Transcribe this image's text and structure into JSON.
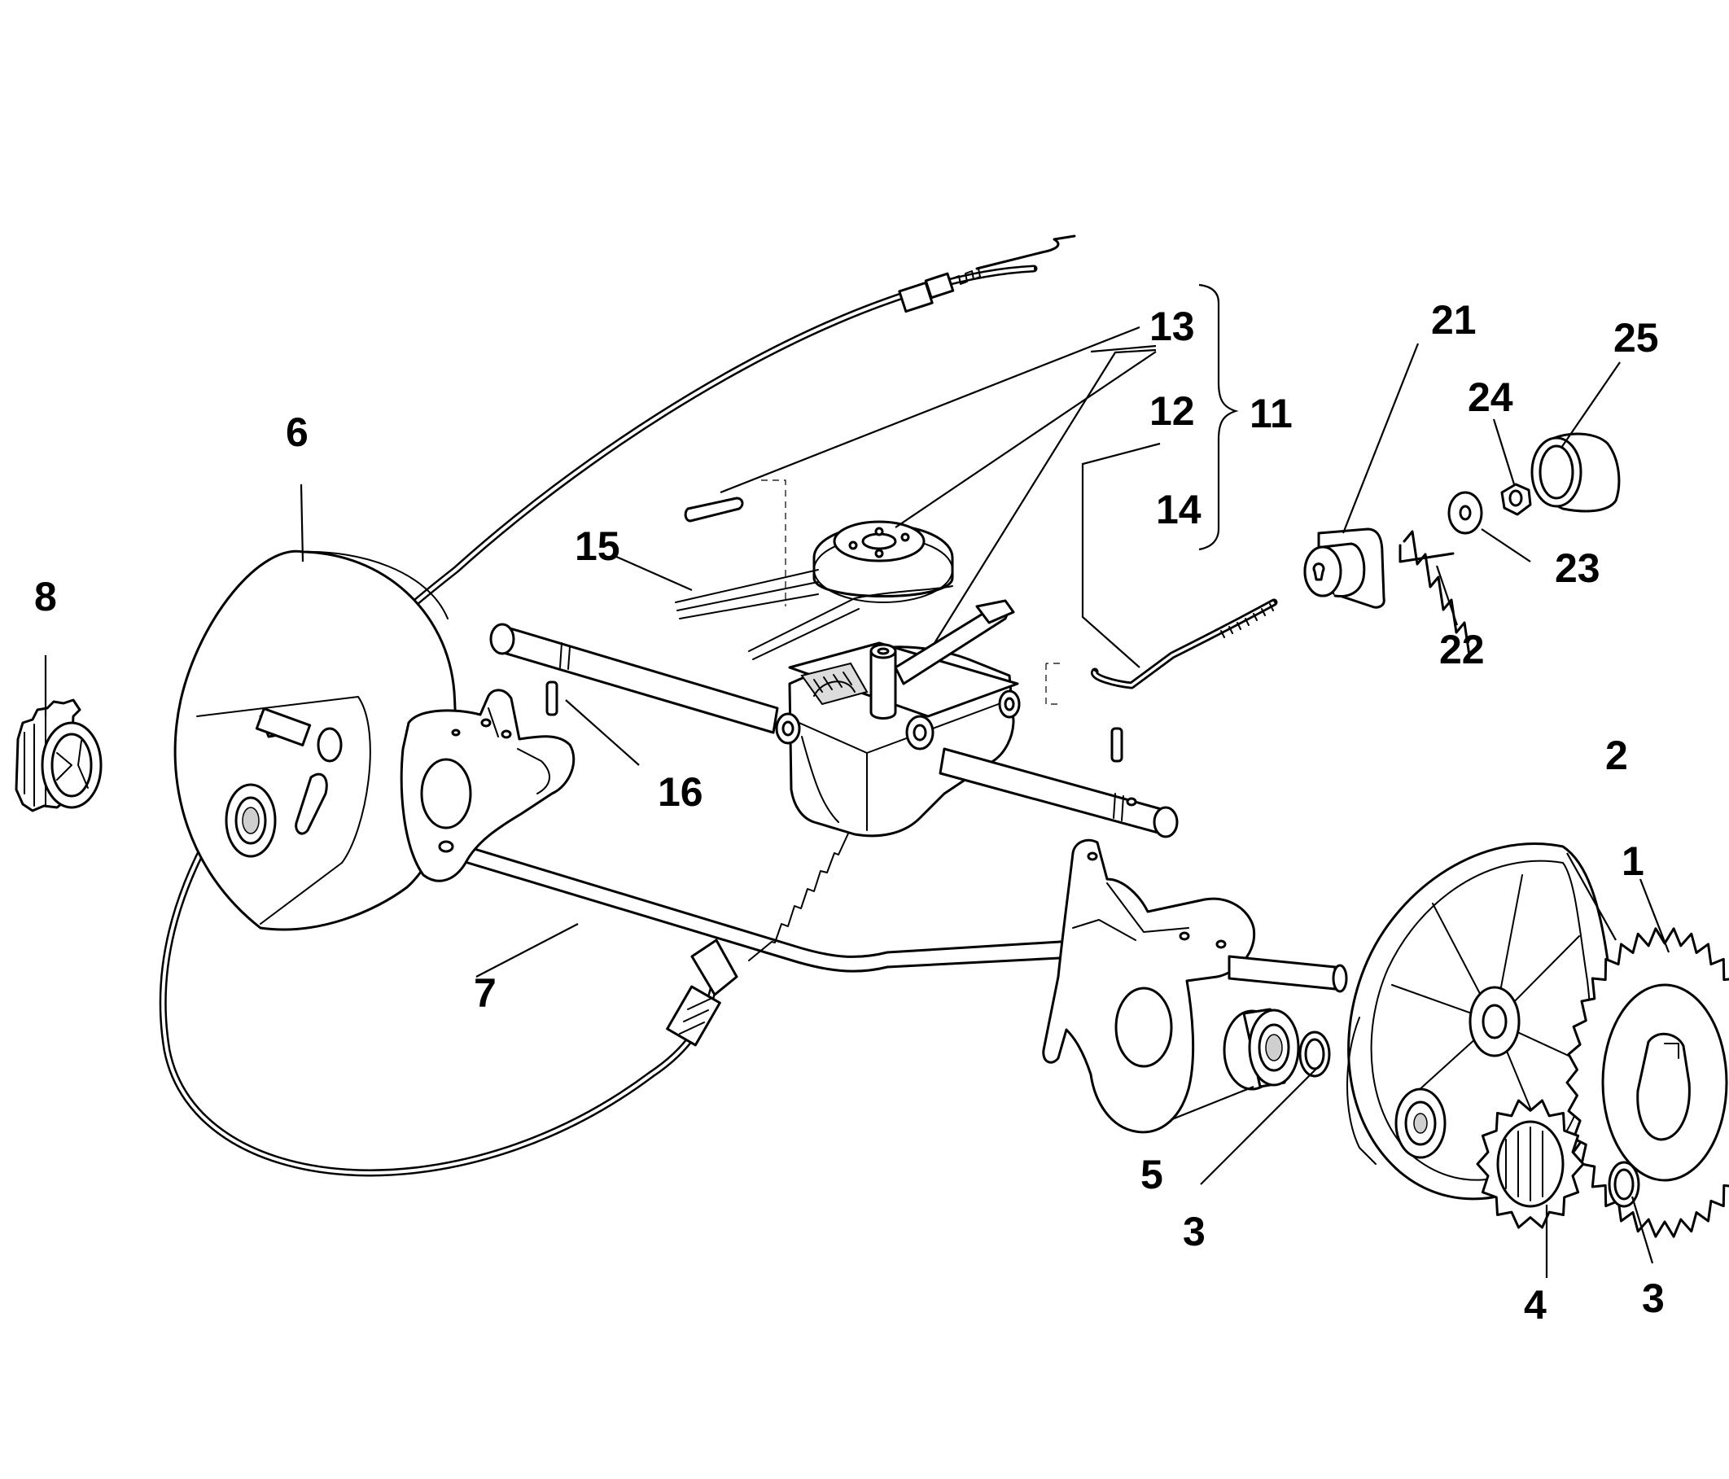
{
  "labels": {
    "p1": "1",
    "p2": "2",
    "p3a": "3",
    "p3b": "3",
    "p4": "4",
    "p5": "5",
    "p6": "6",
    "p7": "7",
    "p8": "8",
    "p11": "11",
    "p12": "12",
    "p13": "13",
    "p14": "14",
    "p15": "15",
    "p16": "16",
    "p21": "21",
    "p22": "22",
    "p23": "23",
    "p24": "24",
    "p25": "25"
  }
}
